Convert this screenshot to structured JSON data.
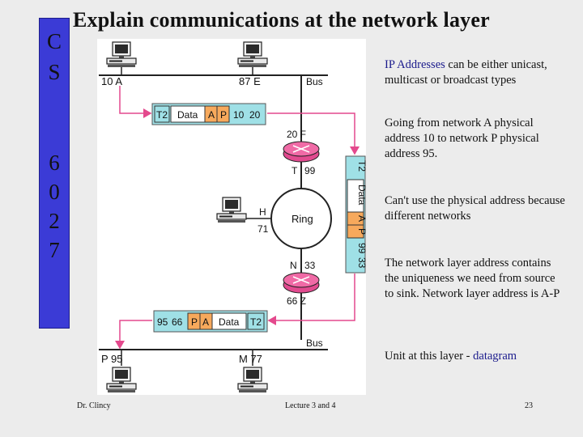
{
  "title": "Explain communications at the network layer",
  "sidebar": {
    "letters": [
      "C",
      "S",
      "6",
      "0",
      "2",
      "7"
    ],
    "color": "#3b3bd6"
  },
  "diagram": {
    "bus_top": "Bus",
    "bus_bottom": "Bus",
    "ring": "Ring",
    "stations": {
      "top_left": "10  A",
      "top_right": "87  E",
      "bottom_left": "P  95",
      "bottom_right": "M  77",
      "middle_h": "H",
      "middle_71": "71"
    },
    "router_top": {
      "upper": "20  F",
      "lower_left": "T",
      "lower_right": "99"
    },
    "router_bottom": {
      "upper_left": "N",
      "upper_right": "33",
      "lower": "66  Z"
    },
    "frame_top": [
      "T2",
      "Data",
      "A",
      "P",
      "10",
      "20"
    ],
    "frame_bottom": [
      "95",
      "66",
      "P",
      "A",
      "Data",
      "T2"
    ],
    "frame_vertical": [
      "T2",
      "Data",
      "A",
      "P",
      "99",
      "33"
    ],
    "colors": {
      "frame": "#9fe0e6",
      "header": "#f7a95c",
      "arrow": "#e4498d"
    }
  },
  "body": {
    "p1_highlight": "IP Addresses",
    "p1_rest": " can be either unicast, multicast or broadcast types",
    "p2": "Going from network A physical address 10 to network P physical address 95.",
    "p3": "Can't use the physical address because different networks",
    "p4": "The network layer address contains the uniqueness we need from source to sink. Network layer address is A-P",
    "p5_label": "Unit at this layer - ",
    "p5_highlight": "datagram"
  },
  "footer": {
    "author": "Dr. Clincy",
    "lecture": "Lecture 3 and 4",
    "page": "23"
  }
}
